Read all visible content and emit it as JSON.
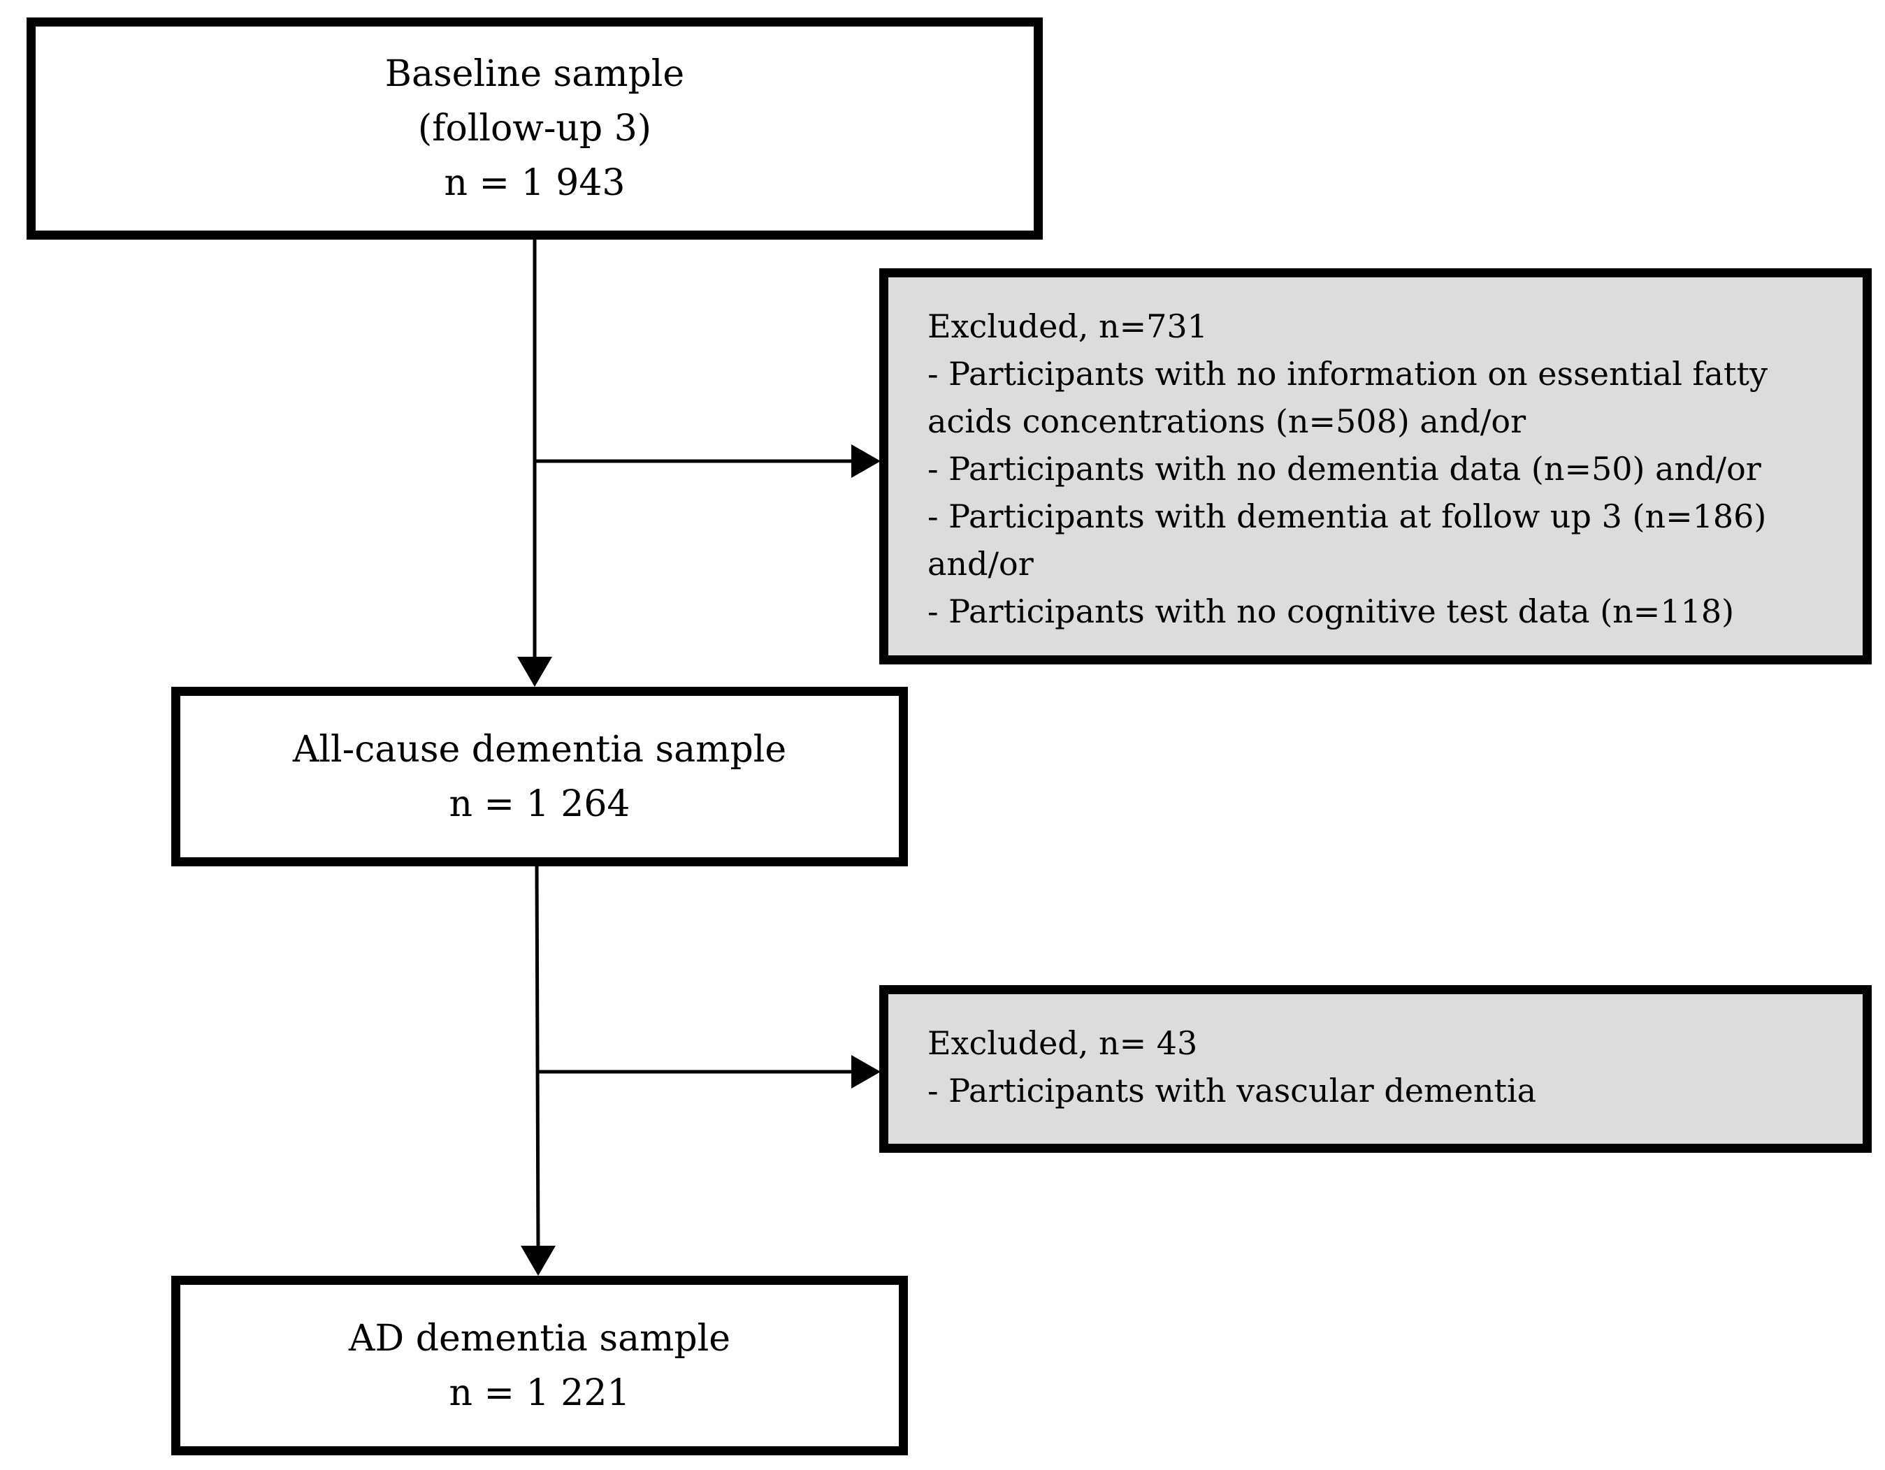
{
  "flowchart": {
    "baseline": {
      "line1": "Baseline sample",
      "line2": "(follow-up 3)",
      "line3": "n = 1 943"
    },
    "excluded_1": {
      "lines": [
        "Excluded, n=731",
        "- Participants with no information on essential fatty",
        "acids concentrations (n=508) and/or",
        "- Participants with no dementia data (n=50) and/or",
        "- Participants with dementia at follow up 3 (n=186)",
        "and/or",
        "- Participants with no cognitive test data (n=118)"
      ]
    },
    "all_cause": {
      "line1": "All-cause dementia sample",
      "line2": "n = 1 264"
    },
    "excluded_2": {
      "lines": [
        "Excluded, n= 43",
        "- Participants with vascular dementia"
      ]
    },
    "ad": {
      "line1": "AD dementia sample",
      "line2": "n = 1 221"
    }
  }
}
